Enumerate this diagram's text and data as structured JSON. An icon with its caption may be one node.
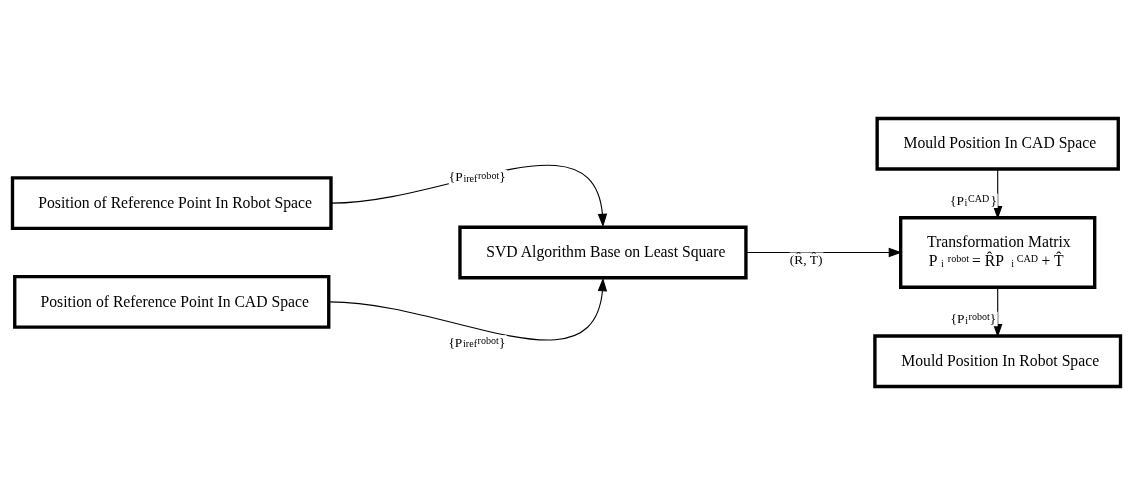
{
  "diagram": {
    "nodes": [
      {
        "text": [
          "Position of Reference Point In Robot Space"
        ]
      },
      {
        "text": [
          "Position of Reference Point In CAD Space"
        ]
      },
      {
        "text": [
          "SVD Algorithm Base on Least Square"
        ]
      },
      {
        "text": [
          "Mould Position In CAD Space"
        ]
      },
      {
        "text": [
          "Transformation Matrix",
          "P$_{i}$$^{robot}$ = R̂P$_{i}$$^{CAD}$ + T̂"
        ]
      },
      {
        "text": [
          "Mould Position In Robot Space"
        ]
      }
    ],
    "edges": [
      {
        "from": 0,
        "to": 2,
        "arrow": "to",
        "label": "{P$_{iref}$$^{robot}$}"
      },
      {
        "from": 1,
        "to": 2,
        "arrow": "to",
        "label": "{P$_{iref}$$^{robot}$}"
      },
      {
        "from": 2,
        "to": 4,
        "arrow": "to",
        "label": "(R̂, T̂)"
      },
      {
        "from": 3,
        "to": 4,
        "arrow": "to",
        "label": "{P$_{i}$$^{CAD}$}"
      },
      {
        "from": 4,
        "to": 5,
        "arrow": "to",
        "label": "{P$_{i}$$^{robot}$}"
      }
    ]
  }
}
